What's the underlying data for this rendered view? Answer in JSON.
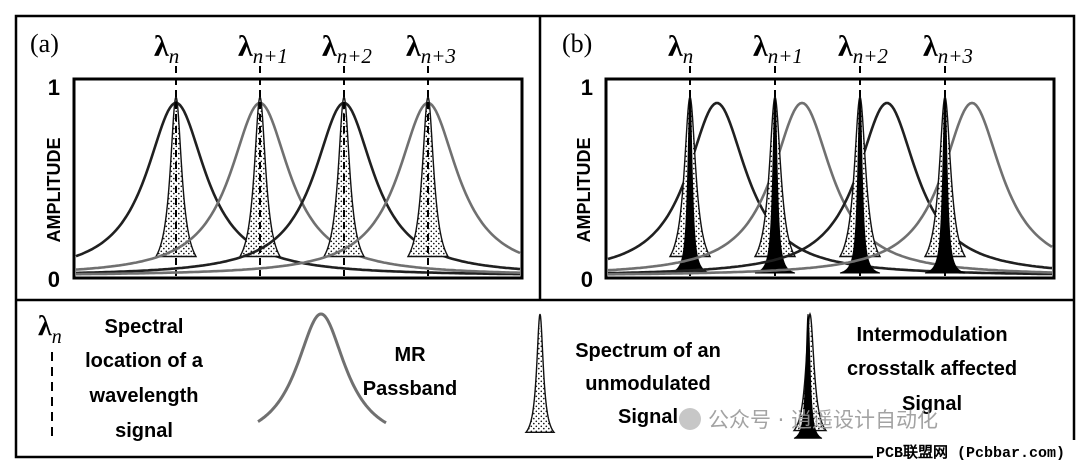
{
  "panels": {
    "a": {
      "tag": "(a)",
      "crosstalk": false,
      "shift": 0
    },
    "b": {
      "tag": "(b)",
      "crosstalk": true,
      "shift": 27
    }
  },
  "axis": {
    "ylabel": "AMPLITUDE",
    "y_top": "1",
    "y_bottom": "0"
  },
  "wavelengths": [
    {
      "base": "λ",
      "sub": "n"
    },
    {
      "base": "λ",
      "sub": "n+1"
    },
    {
      "base": "λ",
      "sub": "n+2"
    },
    {
      "base": "λ",
      "sub": "n+3"
    }
  ],
  "legend": {
    "symbol": {
      "base": "λ",
      "sub": "n"
    },
    "spectral": [
      "Spectral",
      "location of a",
      "wavelength",
      "signal"
    ],
    "passband": [
      "MR",
      "Passband"
    ],
    "unmodulated": [
      "Spectrum of an",
      "unmodulated",
      "Signal"
    ],
    "crosstalk": [
      "Intermodulation",
      "crosstalk affected",
      "Signal"
    ]
  },
  "watermark": {
    "wechat": "公众号 · 逍遥设计自动化",
    "site": "PCB联盟网 (Pcbbar.com)"
  },
  "colors": {
    "frame": "#000000",
    "passband_gray": "#707070",
    "passband_dark": "#202020",
    "dots": "#111111"
  }
}
